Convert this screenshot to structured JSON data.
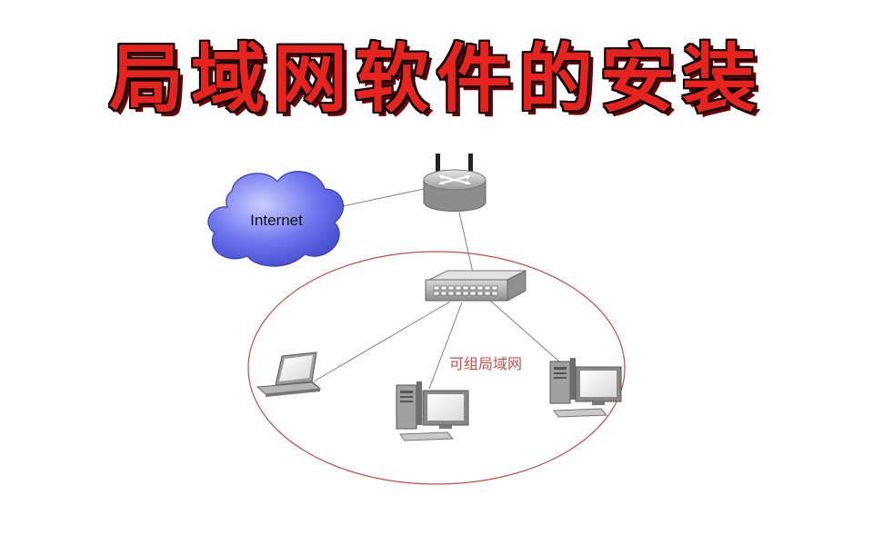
{
  "title": "局域网软件的安装",
  "diagram": {
    "cloud_label": "Internet",
    "lan_label": "可组局域网",
    "colors": {
      "title": "#e8231e",
      "cloud": "#5b63e6",
      "ellipse": "#c0504d",
      "lan_label": "#c0504d",
      "lines": "#777777"
    }
  }
}
